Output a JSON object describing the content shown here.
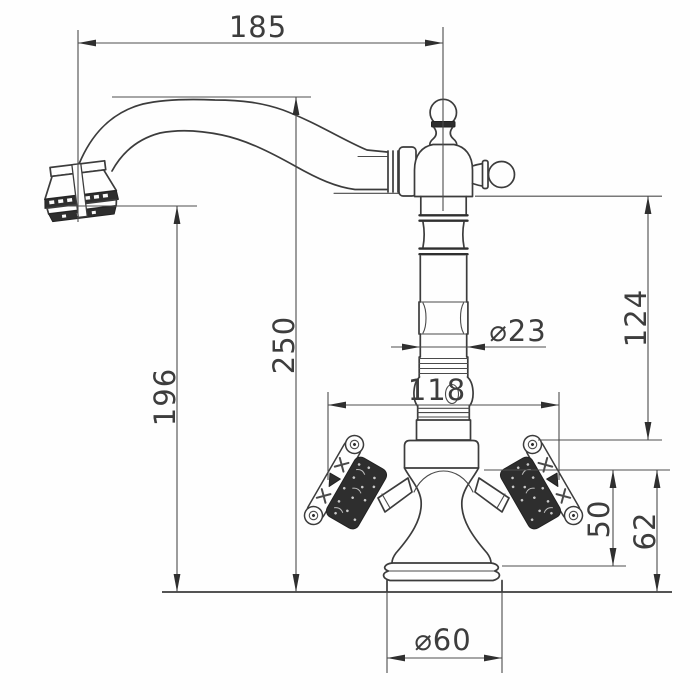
{
  "drawing": {
    "background": "#fefefe",
    "line_color": "#3c3c3c",
    "dim_color": "#4d4d4d",
    "dark_fill": "#2e2e2e"
  },
  "dims": {
    "spout_reach": "185",
    "overall_height": "250",
    "outlet_height": "196",
    "upper_body_height": "124",
    "column_diameter": "⌀23",
    "handle_span": "118",
    "handle_height": "50",
    "body_base_height": "62",
    "base_diameter": "⌀60"
  }
}
